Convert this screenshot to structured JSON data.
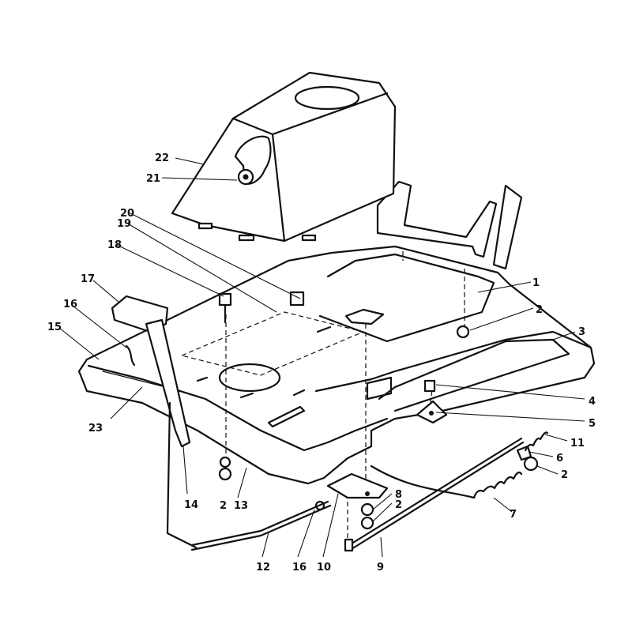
{
  "callouts": {
    "c1": "1",
    "c2a": "2",
    "c2b": "2",
    "c2c": "2",
    "c2d": "2",
    "c3": "3",
    "c4": "4",
    "c5": "5",
    "c6": "6",
    "c7": "7",
    "c8": "8",
    "c9": "9",
    "c10": "10",
    "c11": "11",
    "c12": "12",
    "c13": "13",
    "c14": "14",
    "c15": "15",
    "c16a": "16",
    "c16b": "16",
    "c17": "17",
    "c18": "18",
    "c19": "19",
    "c20": "20",
    "c21": "21",
    "c22": "22",
    "c23": "23"
  },
  "colors": {
    "ink": "#111111",
    "paper": "#ffffff"
  }
}
